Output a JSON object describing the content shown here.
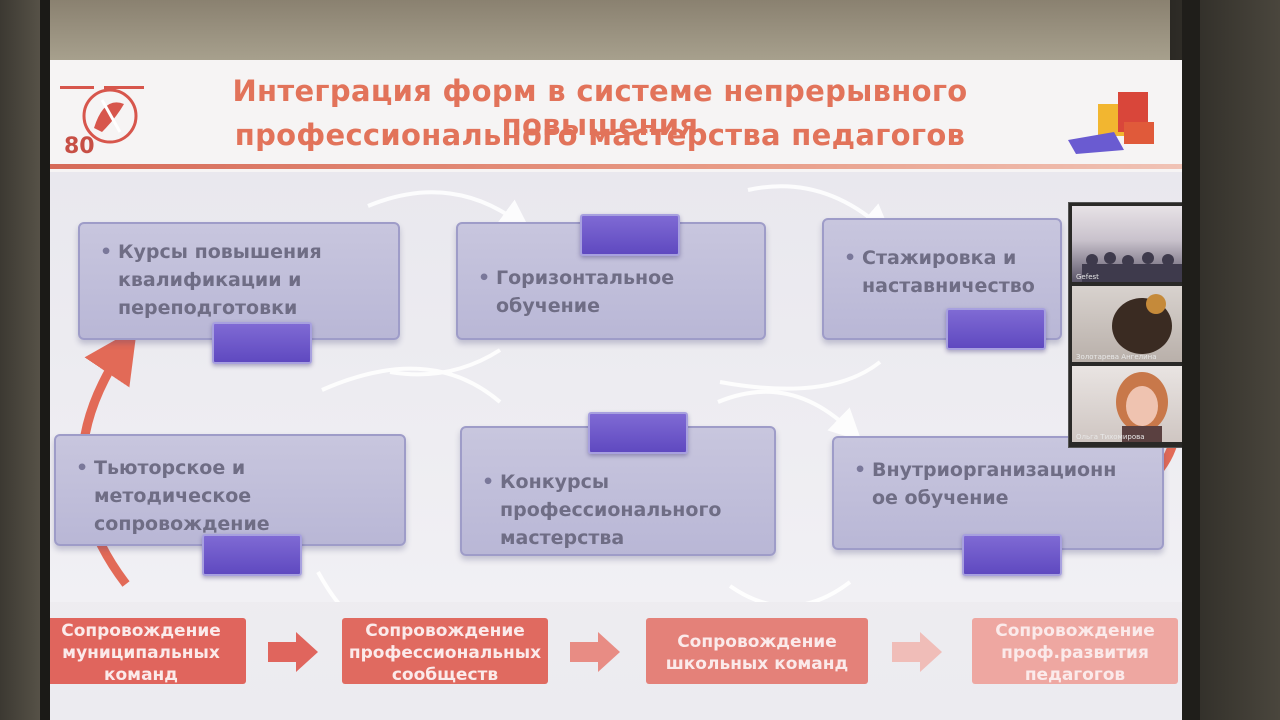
{
  "slide": {
    "title_line1": "Интеграция форм в системе непрерывного повышения",
    "title_line2": "профессионального мастерства педагогов",
    "logo_number": "80"
  },
  "forms": [
    {
      "label": "Курсы повышения\nквалификации и\nпереподготовки"
    },
    {
      "label": "Горизонтальное\nобучение"
    },
    {
      "label": "Стажировка и\nнаставничество"
    },
    {
      "label": "Тьюторское и\nметодическое\nсопровождение"
    },
    {
      "label": "Конкурсы\nпрофессионального\nмастерства"
    },
    {
      "label": "Внутриорганизационн\nое обучение"
    }
  ],
  "bullet": "•",
  "flow": [
    {
      "label": "Сопровождение\nмуниципальных\nкоманд",
      "color": "#e0655d"
    },
    {
      "label": "Сопровождение\nпрофессиональных\nсообществ",
      "color": "#e06a60"
    },
    {
      "label": "Сопровождение\nшкольных команд",
      "color": "#e48179"
    },
    {
      "label": "Сопровождение\nпроф.развития\nпедагогов",
      "color": "#eea7a1"
    }
  ],
  "participants": [
    {
      "name": "Gefest"
    },
    {
      "name": "Золотарева Ангелина"
    },
    {
      "name": "Ольга Тихомирова"
    }
  ],
  "colors": {
    "title": "#e2735a",
    "box": "#bfbddb",
    "tab": "#6b55c9",
    "arrow": "#e26a57"
  }
}
